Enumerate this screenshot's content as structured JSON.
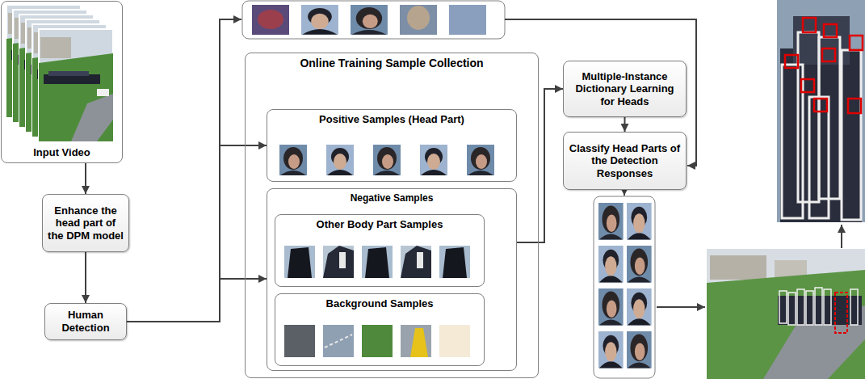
{
  "diagram": {
    "nodes": [
      {
        "text": [
          "Input Video"
        ]
      },
      {
        "text": [
          "Enhance the head part of the DPM model"
        ]
      },
      {
        "text": [
          "Human Detection"
        ]
      },
      {
        "text": [
          "Online Training Sample Collection"
        ]
      },
      {
        "text": [
          "Positive Samples (Head Part)"
        ],
        "in": 3
      },
      {
        "text": [
          "Negative Samples"
        ],
        "in": 3
      },
      {
        "text": [
          "Other Body Part Samples"
        ],
        "in": 5
      },
      {
        "text": [
          "Background Samples"
        ],
        "in": 5
      },
      {
        "text": [
          "Multiple-Instance Dictionary Learning for Heads"
        ]
      },
      {
        "text": [
          "Classify Head Parts of the Detection Responses"
        ]
      }
    ],
    "edges": [
      {
        "from": 0,
        "to": 1,
        "arrow": "to"
      },
      {
        "from": 1,
        "to": 2,
        "arrow": "to"
      },
      {
        "from": 2,
        "to": 4,
        "arrow": "to"
      },
      {
        "from": 2,
        "to": 5,
        "arrow": "to"
      },
      {
        "from": 5,
        "to": 8,
        "arrow": "to"
      },
      {
        "from": 8,
        "to": 9,
        "arrow": "to"
      }
    ]
  }
}
